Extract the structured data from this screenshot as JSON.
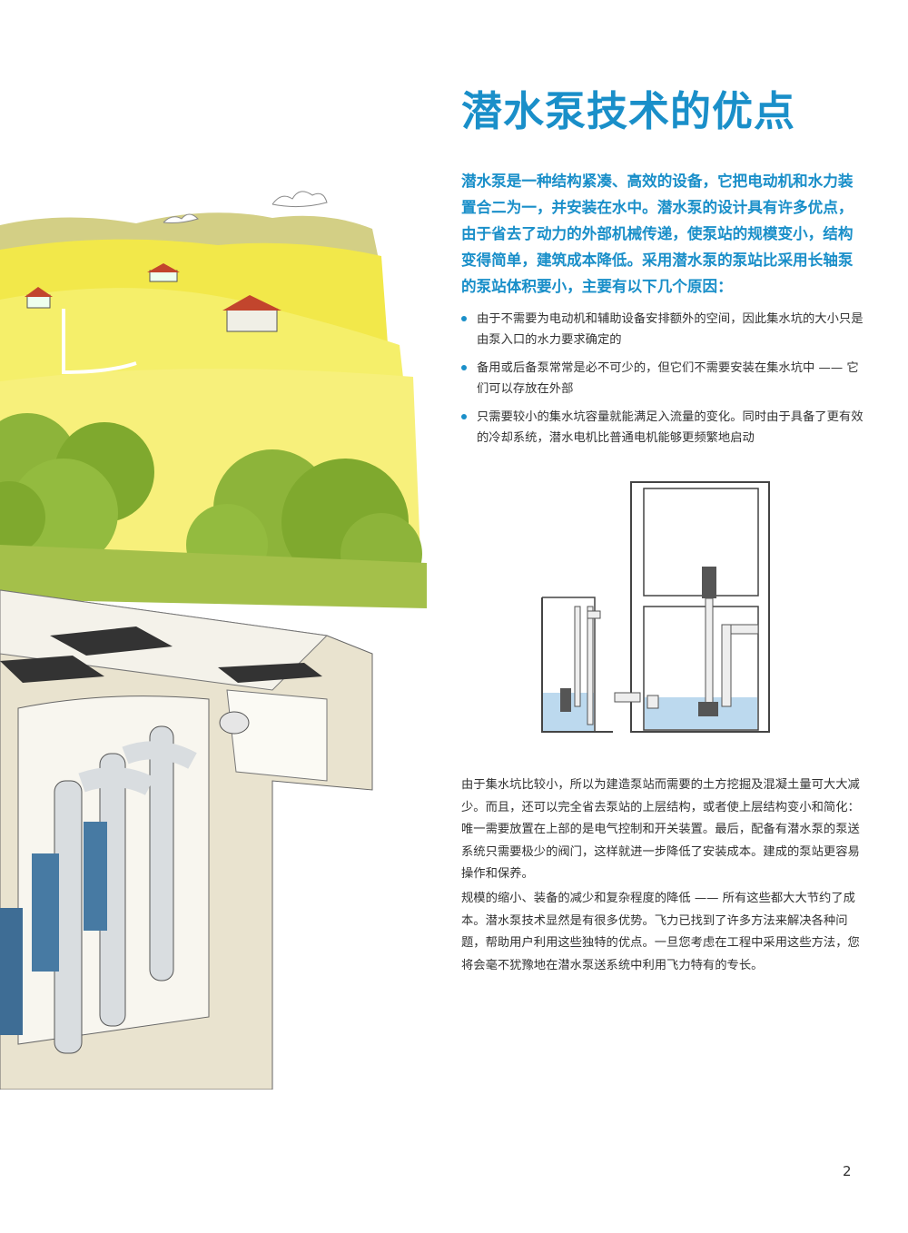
{
  "title": "潜水泵技术的优点",
  "intro": "潜水泵是一种结构紧凑、高效的设备，它把电动机和水力装置合二为一，并安装在水中。潜水泵的设计具有许多优点，由于省去了动力的外部机械传递，使泵站的规模变小，结构变得简单，建筑成本降低。采用潜水泵的泵站比采用长轴泵的泵站体积要小，主要有以下几个原因：",
  "bullets": [
    {
      "text": "由于不需要为电动机和辅助设备安排额外的空间，因此集水坑的大小只是由泵入口的水力要求确定的"
    },
    {
      "text": "备用或后备泵常常是必不可少的，但它们不需要安装在集水坑中 —— 它们可以存放在外部"
    },
    {
      "text": "只需要较小的集水坑容量就能满足入流量的变化。同时由于具备了更有效的冷却系统，潜水电机比普通电机能够更频繁地启动"
    }
  ],
  "paragraphs": [
    "由于集水坑比较小，所以为建造泵站而需要的土方挖掘及混凝土量可大大减少。而且，还可以完全省去泵站的上层结构，或者使上层结构变小和简化：唯一需要放置在上部的是电气控制和开关装置。最后，配备有潜水泵的泵送系统只需要极少的阀门，这样就进一步降低了安装成本。建成的泵站更容易操作和保养。",
    "规模的缩小、装备的减少和复杂程度的降低 —— 所有这些都大大节约了成本。潜水泵技术显然是有很多优势。飞力已找到了许多方法来解决各种问题，帮助用户利用这些独特的优点。一旦您考虑在工程中采用这些方法，您将会毫不犹豫地在潜水泵送系统中利用飞力特有的专长。"
  ],
  "page_number": "2",
  "colors": {
    "accent": "#1a8fc9",
    "body_text": "#333333",
    "water": "#bcd9ee",
    "field": "#f2e84a",
    "foliage": "#7fa92e",
    "concrete": "#e9e3cf"
  }
}
